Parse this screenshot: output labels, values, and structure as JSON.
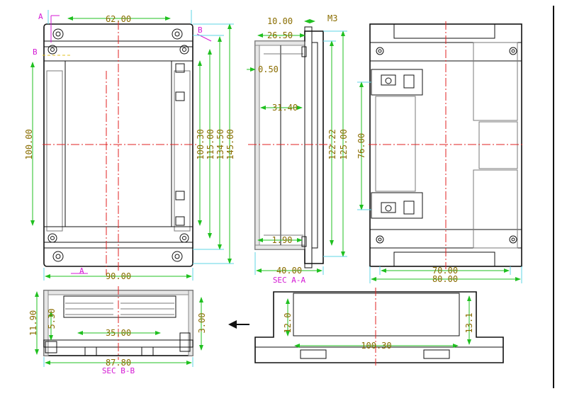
{
  "dimensions": {
    "front": {
      "top_width": "62.00",
      "bottom_width": "90.00",
      "height_100": "100.00",
      "h100_30": "100.30",
      "h115": "115.00",
      "h134_50": "134.50",
      "h145": "145.00"
    },
    "section_a": {
      "top_10": "10.00",
      "m3": "M3",
      "w26_50": "26.50",
      "t0_50": "0.50",
      "w31_40": "31.40",
      "h122_22": "122.22",
      "h125": "125.00",
      "t1_90": "1.90",
      "w40": "40.00",
      "caption": "SEC A-A"
    },
    "back": {
      "h76": "76.00",
      "w70": "70.00",
      "w80": "80.00"
    },
    "section_b": {
      "h11_90": "11.90",
      "h5_30": "5.30",
      "w35": "35.00",
      "h3": "3.00",
      "w87_80": "87.80",
      "caption": "SEC B-B"
    },
    "side": {
      "h12": "12.0",
      "h13_1": "13.1",
      "w100_30": "100.30"
    }
  },
  "labels": {
    "a_top": "A",
    "a_bottom": "A",
    "b_left": "B",
    "b_right": "B"
  },
  "colors": {
    "dimension_text": "#8a6d00",
    "section_label": "#d41ad4",
    "dimension_line": "#20c020",
    "extension_line": "#5fd5e6",
    "centerline": "#e02020"
  }
}
